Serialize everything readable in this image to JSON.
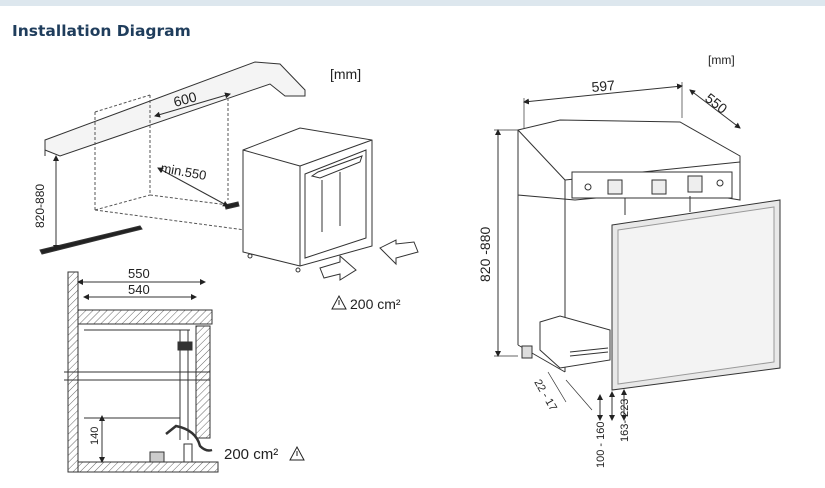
{
  "heading": "Installation Diagram",
  "left_diagram": {
    "unit": "[mm]",
    "width_label": "600",
    "depth_label": "min.550",
    "height_label": "820-880",
    "vent_label": "200 cm²"
  },
  "section_diagram": {
    "dim_outer": "550",
    "dim_inner": "540",
    "plinth_height": "140",
    "vent_label": "200 cm²"
  },
  "right_diagram": {
    "unit": "[mm]",
    "width_label": "597",
    "depth_label": "550",
    "height_label": "820 -880",
    "door_offset": "22 - 17",
    "plinth_range_a": "100 - 160",
    "plinth_range_b": "163- 223"
  }
}
